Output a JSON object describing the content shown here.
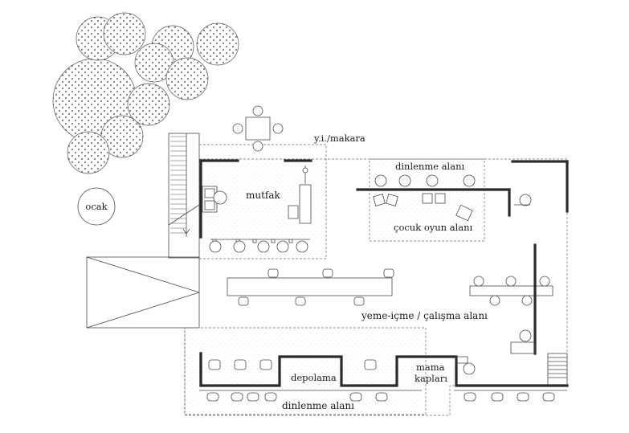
{
  "labels": {
    "ocak": "ocak",
    "yi_makara": "y.i./makara",
    "mutfak": "mutfak",
    "dinlenme_top": "dinlenme alanı",
    "cocuk_oyun": "çocuk oyun alanı",
    "yeme_icme": "yeme-içme / çalışma alanı",
    "depolama": "depolama",
    "mama_kaplari_1": "mama",
    "mama_kaplari_2": "kapları",
    "dinlenme_bottom": "dinlenme alanı"
  }
}
